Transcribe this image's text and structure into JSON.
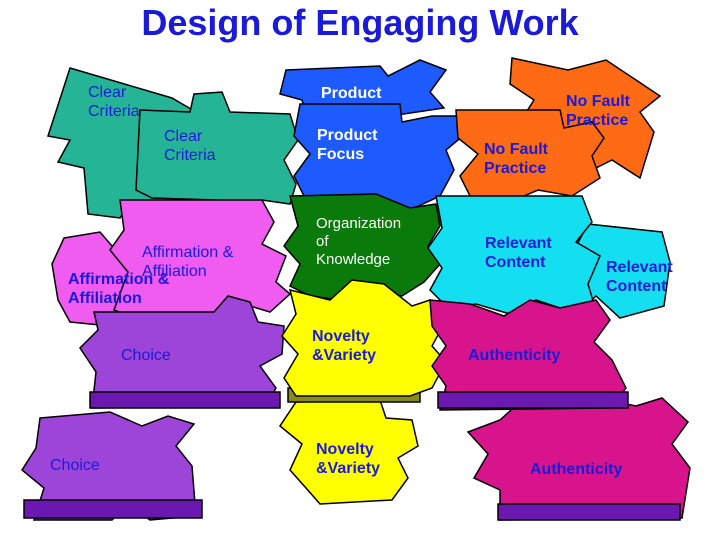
{
  "title": "Design of Engaging Work",
  "colors": {
    "title": "#1a1ad8",
    "clear_criteria": "#25b596",
    "product": "#1d5bff",
    "no_fault_practice": "#ff6a14",
    "affirmation": "#f05cf0",
    "organization": "#0a7a0a",
    "relevant_content": "#13dff0",
    "choice": "#9d45d8",
    "novelty": "#ffff00",
    "authenticity": "#d8148c",
    "bottom_bar": "#6a18b0",
    "olive_bar": "#8a8a1a"
  },
  "pieces": {
    "clear_criteria_back": "Clear\nCriteria",
    "clear_criteria_front": "Clear\nCriteria",
    "product_back": "Product",
    "product_focus": "Product\nFocus",
    "no_fault_back": "No Fault\nPractice",
    "no_fault_front": "No Fault\nPractice",
    "affirmation_back": "Affirmation &\nAffiliation",
    "affirmation_front": "Affirmation &\nAffiliation",
    "organization": "Organization\nof\nKnowledge",
    "relevant_front": "Relevant\nContent",
    "relevant_back": "Relevant\nContent",
    "choice_front": "Choice",
    "choice_back": "Choice",
    "novelty_front": "Novelty\n&Variety",
    "novelty_back": "Novelty\n&Variety",
    "authenticity_front": "Authenticity",
    "authenticity_back": "Authenticity"
  }
}
